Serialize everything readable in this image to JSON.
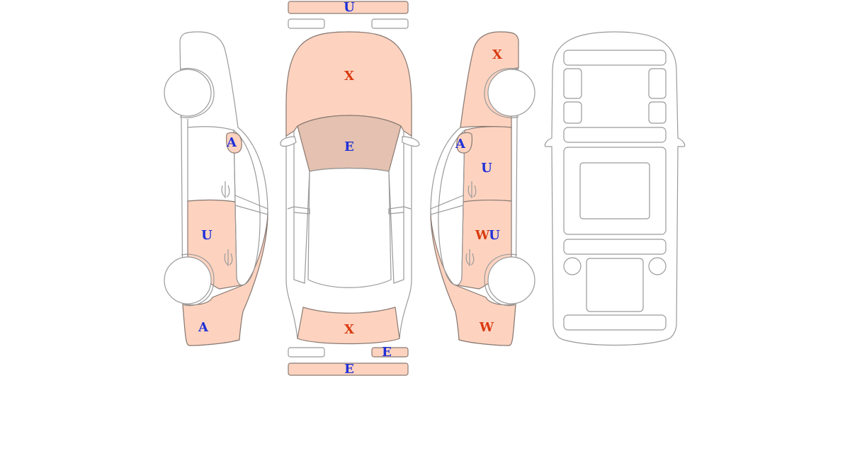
{
  "colors": {
    "damaged_fill": "#fdd3c0",
    "glass_damaged_fill": "#e4c1b0",
    "outline": "#9a9a9a",
    "code_blue": "#1f30d8",
    "code_red": "#d93b10"
  },
  "front_bumper_code": "U",
  "hood_code": "X",
  "windshield_code": "E",
  "trunk_code": "X",
  "rear_right_light_code": "E",
  "rear_bumper_code": "E",
  "left_mirror_code": "A",
  "left_rear_door_code": "U",
  "left_rear_quarter_code": "A",
  "right_front_fender_code": "X",
  "right_mirror_code": "A",
  "right_front_door_code": "U",
  "right_rear_door_codes": [
    "W",
    "U"
  ],
  "right_rear_quarter_code": "W"
}
